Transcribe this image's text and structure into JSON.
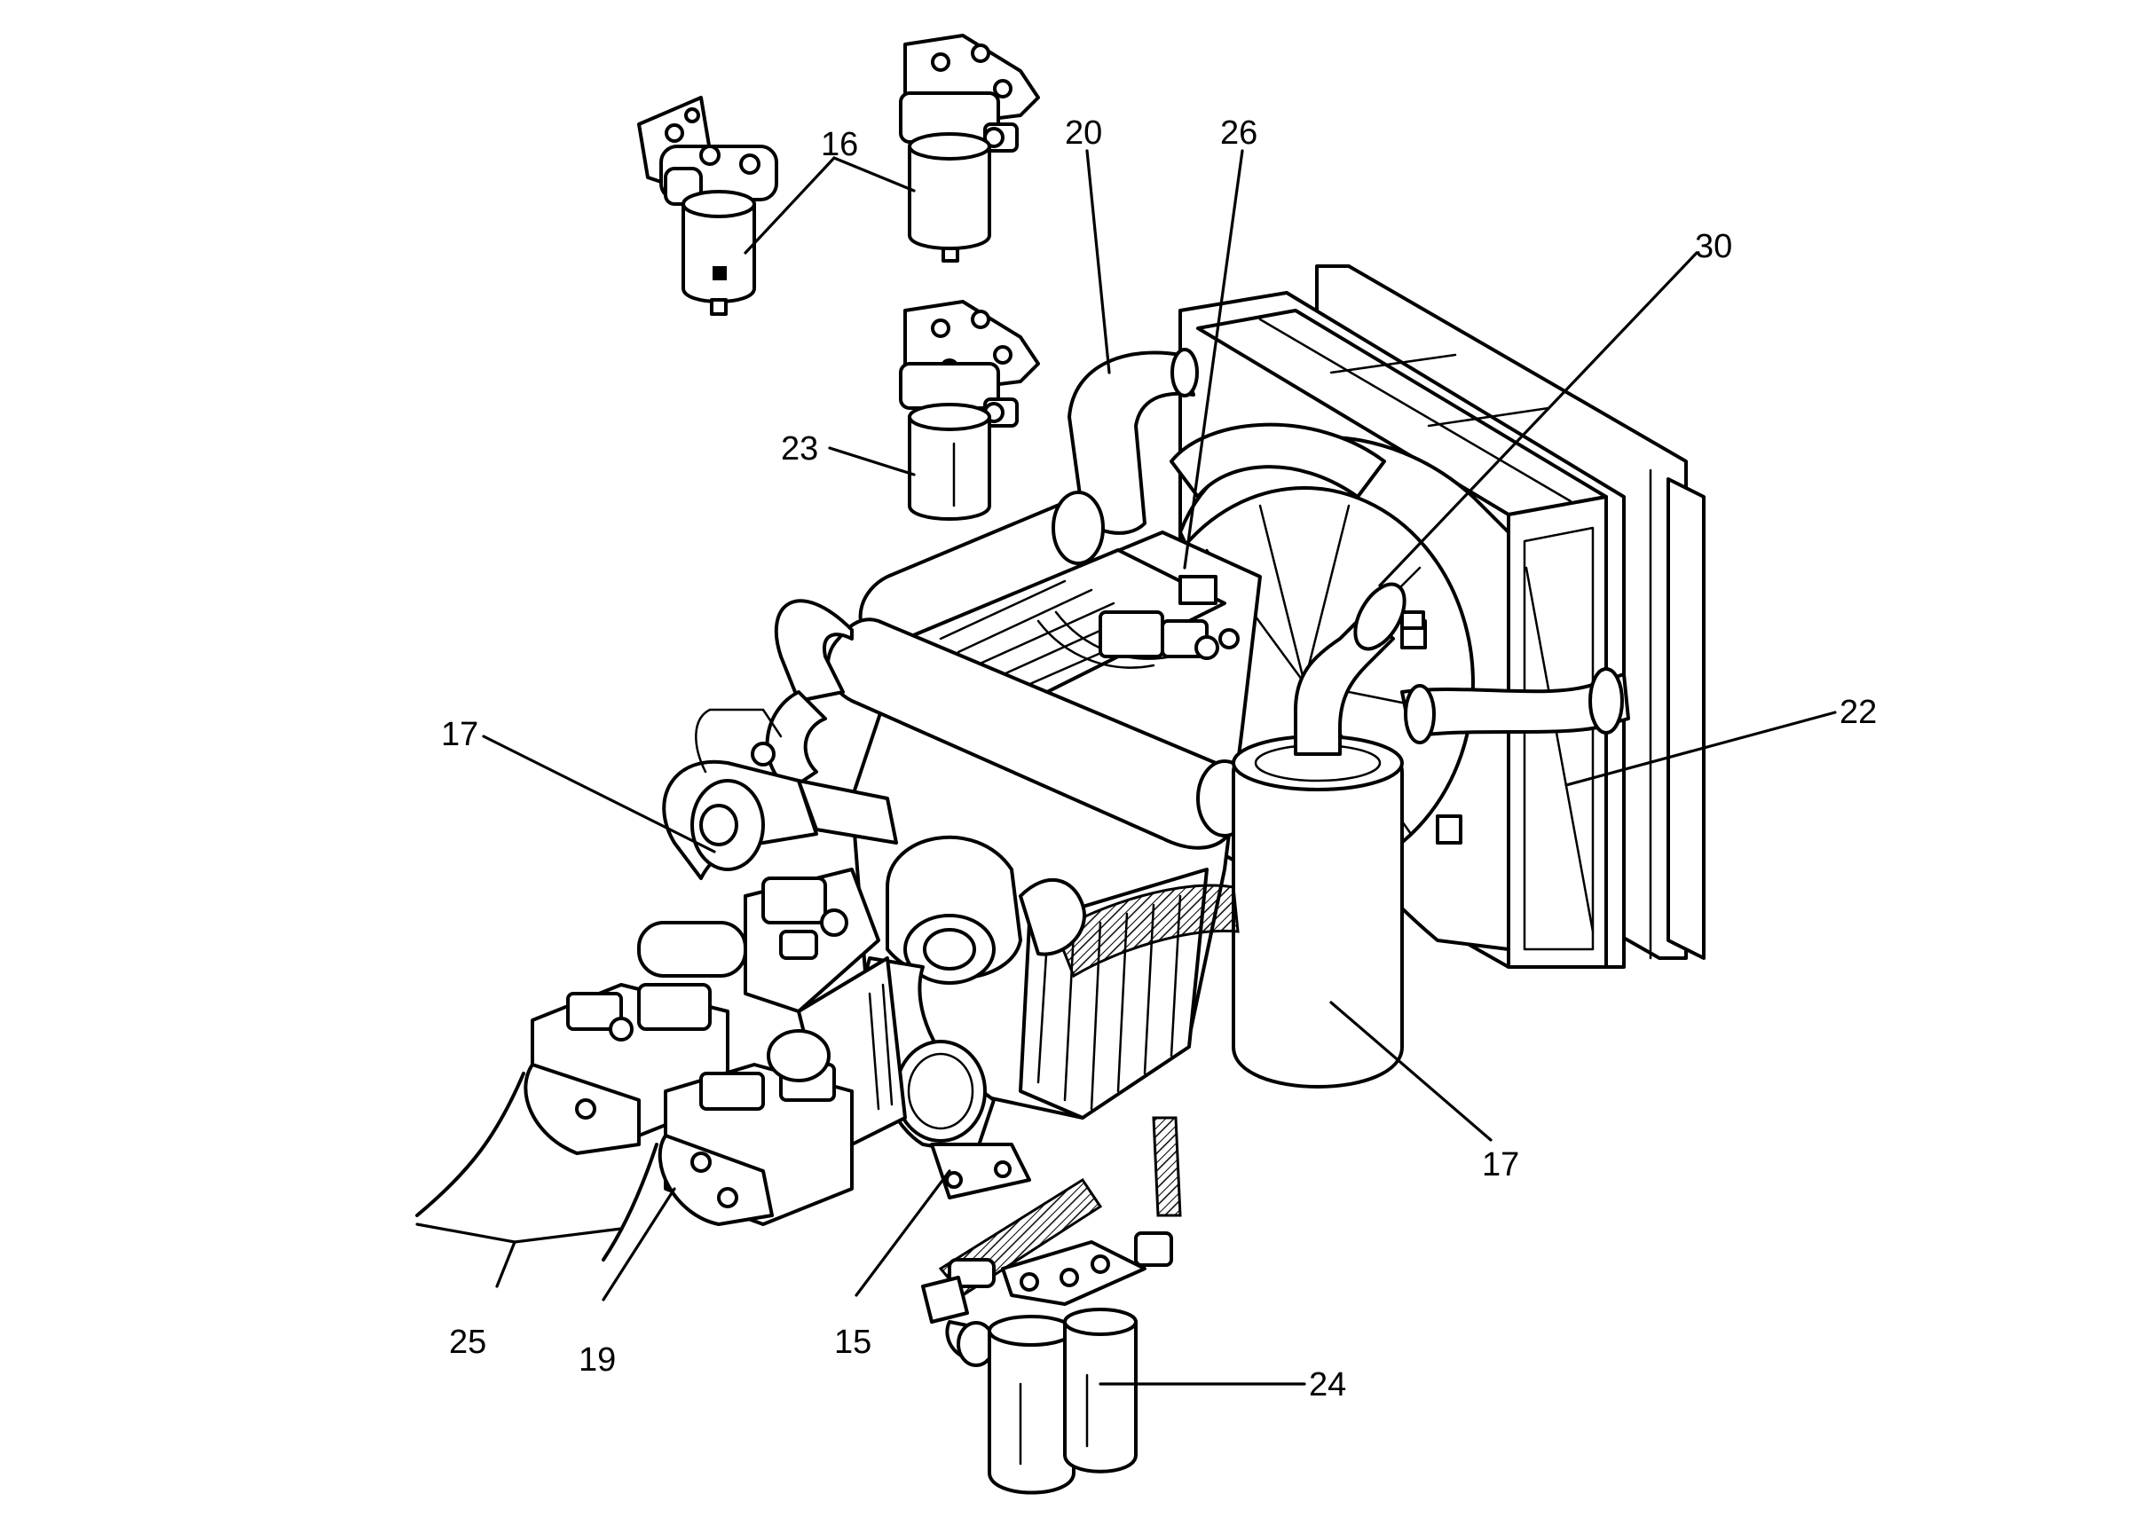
{
  "callouts": {
    "c16": "16",
    "c20": "20",
    "c26": "26",
    "c30": "30",
    "c23": "23",
    "c17a": "17",
    "c22": "22",
    "c17b": "17",
    "c15": "15",
    "c19": "19",
    "c25": "25",
    "c24": "24"
  }
}
